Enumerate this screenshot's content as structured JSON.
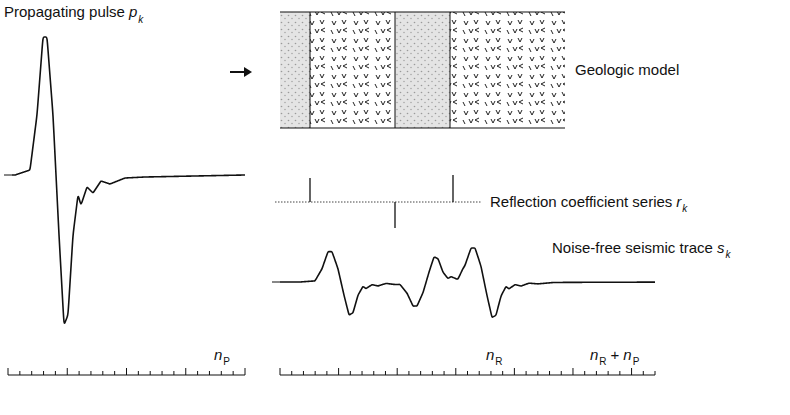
{
  "diagram": {
    "labels": [
      "Propagating pulse",
      "p",
      "k",
      "n",
      "P",
      "Geologic model",
      "Reflection coefficient series",
      "r",
      "k",
      "Noise-free seismic trace",
      "s",
      "k",
      "n",
      "R",
      "n",
      "R",
      "+",
      "n",
      "P"
    ]
  }
}
